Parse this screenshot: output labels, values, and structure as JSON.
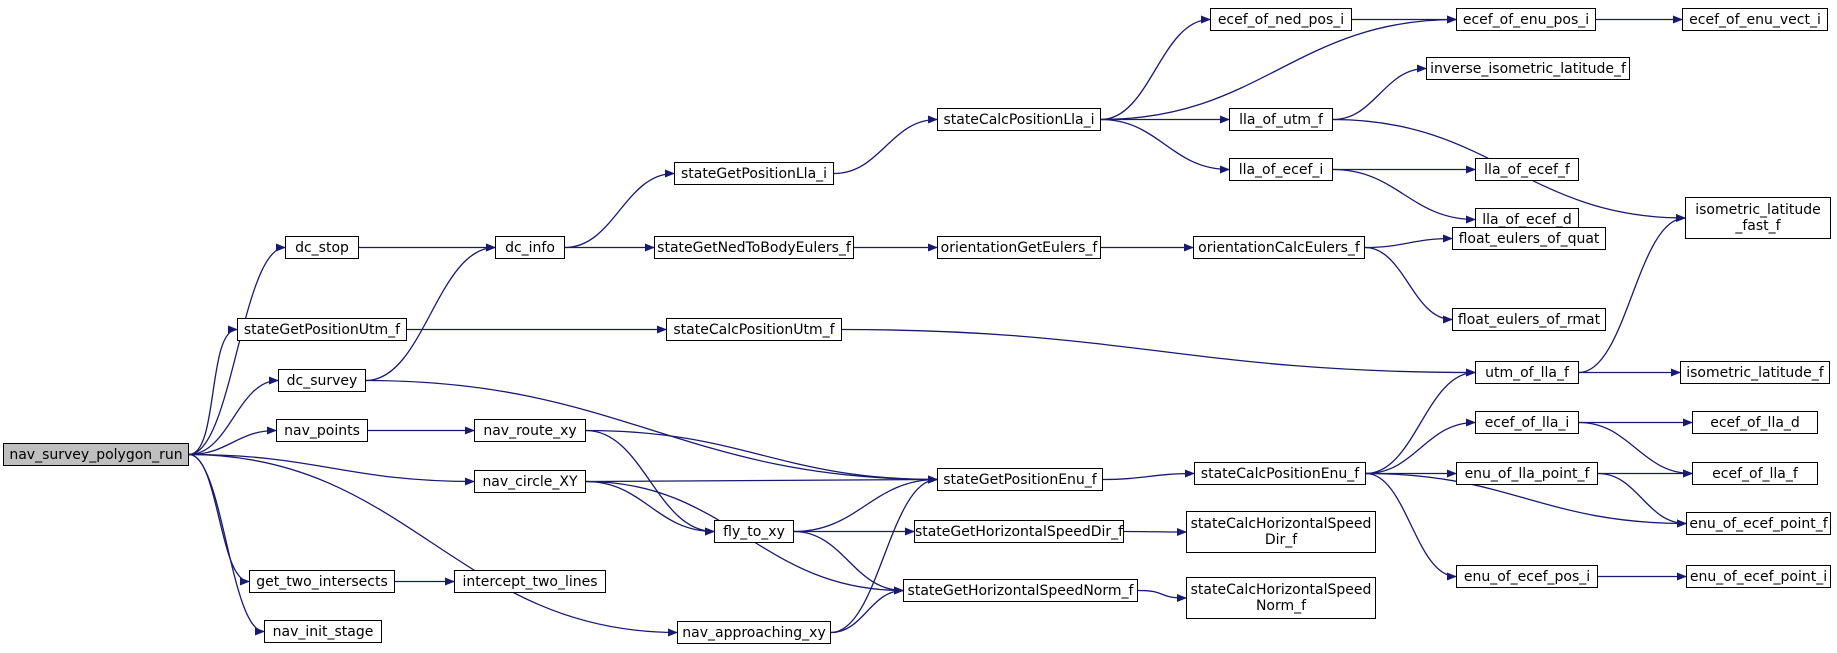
{
  "colors": {
    "edge": "#191970",
    "root_fill": "#bfbfbf",
    "node_fill": "#ffffff",
    "node_border": "#000000"
  },
  "nodes": {
    "nav_survey_polygon_run": "nav_survey_polygon_run",
    "dc_stop": "dc_stop",
    "stateGetPositionUtm_f": "stateGetPositionUtm_f",
    "dc_survey": "dc_survey",
    "nav_points": "nav_points",
    "nav_circle_XY": "nav_circle_XY",
    "get_two_intersects": "get_two_intersects",
    "nav_init_stage": "nav_init_stage",
    "dc_info": "dc_info",
    "nav_route_xy": "nav_route_xy",
    "intercept_two_lines": "intercept_two_lines",
    "stateGetPositionLla_i": "stateGetPositionLla_i",
    "stateGetNedToBodyEulers_f": "stateGetNedToBodyEulers_f",
    "stateCalcPositionUtm_f": "stateCalcPositionUtm_f",
    "fly_to_xy": "fly_to_xy",
    "nav_approaching_xy": "nav_approaching_xy",
    "stateCalcPositionLla_i": "stateCalcPositionLla_i",
    "orientationGetEulers_f": "orientationGetEulers_f",
    "stateGetPositionEnu_f": "stateGetPositionEnu_f",
    "stateGetHorizontalSpeedDir_f": "stateGetHorizontalSpeedDir_f",
    "stateGetHorizontalSpeedNorm_f": "stateGetHorizontalSpeedNorm_f",
    "ecef_of_ned_pos_i": "ecef_of_ned_pos_i",
    "orientationCalcEulers_f": "orientationCalcEulers_f",
    "stateCalcPositionEnu_f": "stateCalcPositionEnu_f",
    "stateCalcHorizontalSpeedDir_f": "stateCalcHorizontalSpeed\nDir_f",
    "stateCalcHorizontalSpeedNorm_f": "stateCalcHorizontalSpeed\nNorm_f",
    "ecef_of_enu_pos_i": "ecef_of_enu_pos_i",
    "lla_of_utm_f": "lla_of_utm_f",
    "lla_of_ecef_i": "lla_of_ecef_i",
    "utm_of_lla_f": "utm_of_lla_f",
    "ecef_of_lla_i": "ecef_of_lla_i",
    "enu_of_lla_point_f": "enu_of_lla_point_f",
    "enu_of_ecef_pos_i": "enu_of_ecef_pos_i",
    "ecef_of_enu_vect_i": "ecef_of_enu_vect_i",
    "inverse_isometric_latitude_f": "inverse_isometric_latitude_f",
    "lla_of_ecef_f": "lla_of_ecef_f",
    "lla_of_ecef_d": "lla_of_ecef_d",
    "isometric_latitude_fast_f": "isometric_latitude\n_fast_f",
    "float_eulers_of_quat": "float_eulers_of_quat",
    "float_eulers_of_rmat": "float_eulers_of_rmat",
    "isometric_latitude_f": "isometric_latitude_f",
    "ecef_of_lla_d": "ecef_of_lla_d",
    "ecef_of_lla_f": "ecef_of_lla_f",
    "enu_of_ecef_point_f": "enu_of_ecef_point_f",
    "enu_of_ecef_point_i": "enu_of_ecef_point_i"
  },
  "edges": [
    [
      "nav_survey_polygon_run",
      "dc_stop"
    ],
    [
      "nav_survey_polygon_run",
      "stateGetPositionUtm_f"
    ],
    [
      "nav_survey_polygon_run",
      "dc_survey"
    ],
    [
      "nav_survey_polygon_run",
      "nav_points"
    ],
    [
      "nav_survey_polygon_run",
      "nav_circle_XY"
    ],
    [
      "nav_survey_polygon_run",
      "nav_approaching_xy"
    ],
    [
      "nav_survey_polygon_run",
      "get_two_intersects"
    ],
    [
      "nav_survey_polygon_run",
      "nav_init_stage"
    ],
    [
      "dc_stop",
      "dc_info"
    ],
    [
      "dc_survey",
      "dc_info"
    ],
    [
      "dc_survey",
      "stateGetPositionEnu_f"
    ],
    [
      "stateGetPositionUtm_f",
      "stateCalcPositionUtm_f"
    ],
    [
      "nav_points",
      "nav_route_xy"
    ],
    [
      "nav_route_xy",
      "stateGetPositionEnu_f"
    ],
    [
      "nav_route_xy",
      "fly_to_xy"
    ],
    [
      "nav_circle_XY",
      "stateGetPositionEnu_f"
    ],
    [
      "nav_circle_XY",
      "fly_to_xy"
    ],
    [
      "nav_circle_XY",
      "stateGetHorizontalSpeedNorm_f"
    ],
    [
      "get_two_intersects",
      "intercept_two_lines"
    ],
    [
      "nav_approaching_xy",
      "stateGetPositionEnu_f"
    ],
    [
      "nav_approaching_xy",
      "stateGetHorizontalSpeedNorm_f"
    ],
    [
      "fly_to_xy",
      "stateGetPositionEnu_f"
    ],
    [
      "fly_to_xy",
      "stateGetHorizontalSpeedDir_f"
    ],
    [
      "fly_to_xy",
      "stateGetHorizontalSpeedNorm_f"
    ],
    [
      "dc_info",
      "stateGetPositionLla_i"
    ],
    [
      "dc_info",
      "stateGetNedToBodyEulers_f"
    ],
    [
      "stateGetPositionLla_i",
      "stateCalcPositionLla_i"
    ],
    [
      "stateGetNedToBodyEulers_f",
      "orientationGetEulers_f"
    ],
    [
      "orientationGetEulers_f",
      "orientationCalcEulers_f"
    ],
    [
      "orientationCalcEulers_f",
      "float_eulers_of_quat"
    ],
    [
      "orientationCalcEulers_f",
      "float_eulers_of_rmat"
    ],
    [
      "stateCalcPositionUtm_f",
      "utm_of_lla_f"
    ],
    [
      "stateCalcPositionLla_i",
      "ecef_of_ned_pos_i"
    ],
    [
      "stateCalcPositionLla_i",
      "ecef_of_enu_pos_i"
    ],
    [
      "stateCalcPositionLla_i",
      "lla_of_utm_f"
    ],
    [
      "stateCalcPositionLla_i",
      "lla_of_ecef_i"
    ],
    [
      "ecef_of_ned_pos_i",
      "ecef_of_enu_pos_i"
    ],
    [
      "ecef_of_enu_pos_i",
      "ecef_of_enu_vect_i"
    ],
    [
      "lla_of_utm_f",
      "inverse_isometric_latitude_f"
    ],
    [
      "lla_of_utm_f",
      "isometric_latitude_fast_f"
    ],
    [
      "lla_of_ecef_i",
      "lla_of_ecef_f"
    ],
    [
      "lla_of_ecef_i",
      "lla_of_ecef_d"
    ],
    [
      "stateGetPositionEnu_f",
      "stateCalcPositionEnu_f"
    ],
    [
      "stateGetHorizontalSpeedDir_f",
      "stateCalcHorizontalSpeedDir_f"
    ],
    [
      "stateGetHorizontalSpeedNorm_f",
      "stateCalcHorizontalSpeedNorm_f"
    ],
    [
      "stateCalcPositionEnu_f",
      "utm_of_lla_f"
    ],
    [
      "stateCalcPositionEnu_f",
      "ecef_of_lla_i"
    ],
    [
      "stateCalcPositionEnu_f",
      "enu_of_lla_point_f"
    ],
    [
      "stateCalcPositionEnu_f",
      "enu_of_ecef_point_f"
    ],
    [
      "stateCalcPositionEnu_f",
      "enu_of_ecef_pos_i"
    ],
    [
      "utm_of_lla_f",
      "isometric_latitude_fast_f"
    ],
    [
      "utm_of_lla_f",
      "isometric_latitude_f"
    ],
    [
      "ecef_of_lla_i",
      "ecef_of_lla_d"
    ],
    [
      "ecef_of_lla_i",
      "ecef_of_lla_f"
    ],
    [
      "enu_of_lla_point_f",
      "ecef_of_lla_f"
    ],
    [
      "enu_of_lla_point_f",
      "enu_of_ecef_point_f"
    ],
    [
      "enu_of_ecef_pos_i",
      "enu_of_ecef_point_i"
    ]
  ]
}
